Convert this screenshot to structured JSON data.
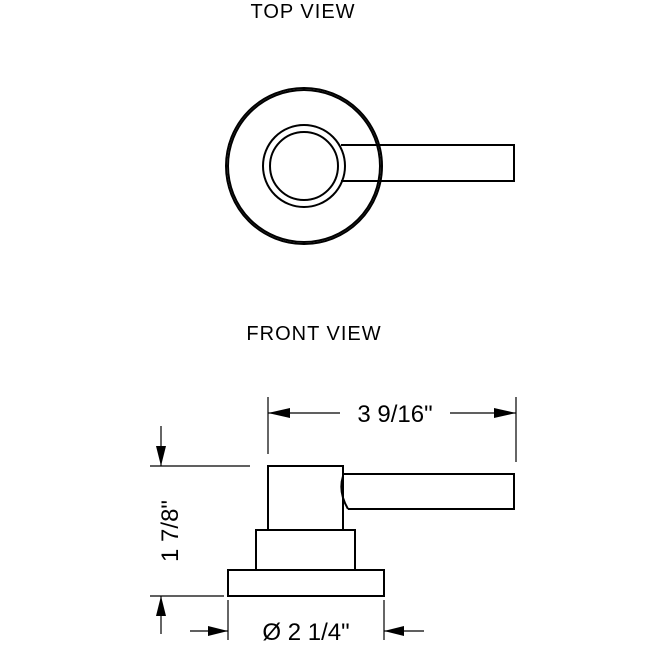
{
  "views": {
    "top_title": "TOP VIEW",
    "front_title": "FRONT VIEW"
  },
  "dimensions": {
    "length": "3 9/16\"",
    "height": "1 7/8\"",
    "base_diameter": "Ø 2 1/4\""
  },
  "colors": {
    "line": "#000000",
    "background": "#ffffff"
  }
}
